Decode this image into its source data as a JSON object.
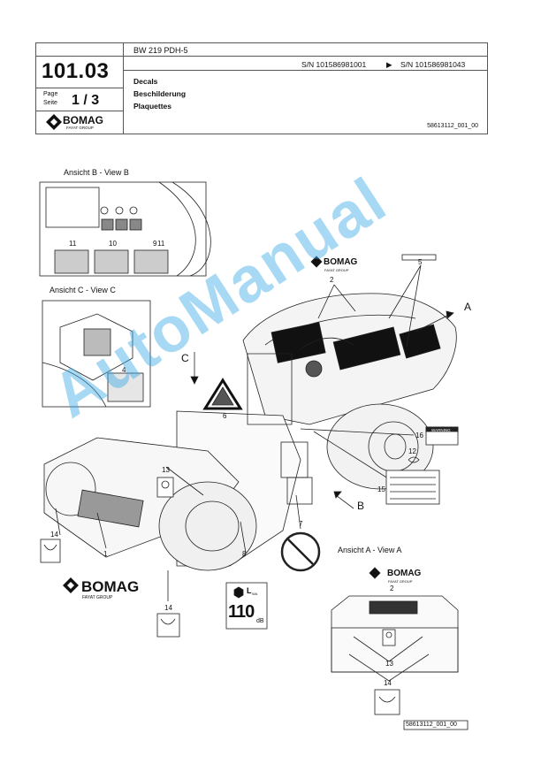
{
  "header": {
    "model": "BW 219 PDH-5",
    "doc_number": "101.03",
    "page_label_de": "Page",
    "page_label_fr": "Seite",
    "page_value": "1 / 3",
    "sn_from": "S/N 101586981001",
    "sn_arrow": "▶",
    "sn_to": "S/N 101586981043",
    "title_en": "Decals",
    "title_de": "Beschilderung",
    "title_fr": "Plaquettes",
    "ref": "58613112_001_00",
    "brand": "BOMAG",
    "brand_sub": "FAYAT GROUP"
  },
  "views": {
    "b": "Ansicht B - View B",
    "c": "Ansicht C - View C",
    "a": "Ansicht A - View A"
  },
  "callouts": {
    "n1": "1",
    "n2": "2",
    "n4": "4",
    "n5": "5",
    "n6": "6",
    "n7": "7",
    "n8": "8",
    "n9": "9",
    "n10": "10",
    "n11": "11",
    "n12": "12",
    "n13": "13",
    "n14": "14",
    "n15": "15",
    "n16": "16",
    "a": "A",
    "b": "B",
    "c": "C"
  },
  "decals": {
    "warning": "WARNING",
    "noise_label": "L",
    "noise_sub": "WA",
    "noise_value": "110",
    "noise_unit": "dB"
  },
  "footer_ref": "58613112_001_00",
  "watermark": "AutoManual"
}
